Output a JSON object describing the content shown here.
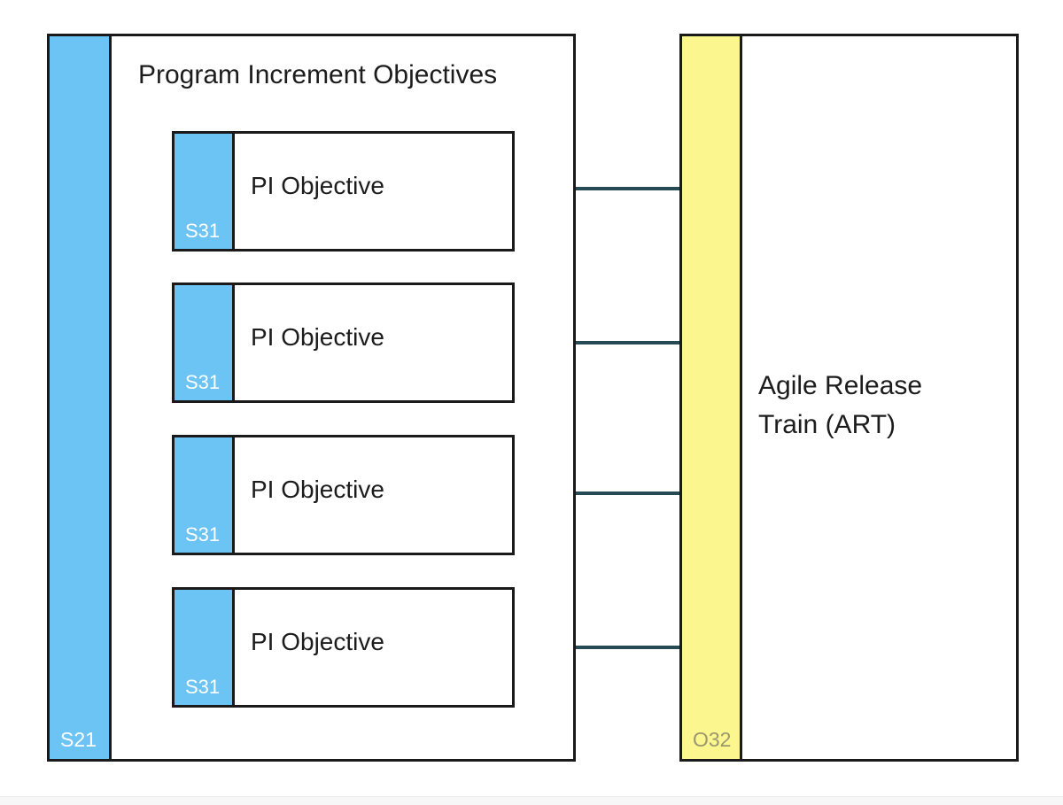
{
  "diagram": {
    "background_color": "#ffffff",
    "accent_blue": "#6CC4F5",
    "accent_yellow": "#FBF68E",
    "connector_color": "#264b57",
    "border_color": "#1a1a1a"
  },
  "left_panel": {
    "title": "Program Increment Objectives",
    "code": "S21",
    "code_color": "#ffffff",
    "fill": "#6CC4F5",
    "objectives": [
      {
        "label": "PI Objective",
        "code": "S31"
      },
      {
        "label": "PI Objective",
        "code": "S31"
      },
      {
        "label": "PI Objective",
        "code": "S31"
      },
      {
        "label": "PI Objective",
        "code": "S31"
      }
    ]
  },
  "right_panel": {
    "heading": "Agile Release Train (ART)",
    "code": "O32",
    "code_color": "#9b9770",
    "fill": "#FBF68E"
  },
  "connectors": [
    {
      "from": "objective-1",
      "to": "agile-release-train"
    },
    {
      "from": "objective-2",
      "to": "agile-release-train"
    },
    {
      "from": "objective-3",
      "to": "agile-release-train"
    },
    {
      "from": "objective-4",
      "to": "agile-release-train"
    }
  ]
}
